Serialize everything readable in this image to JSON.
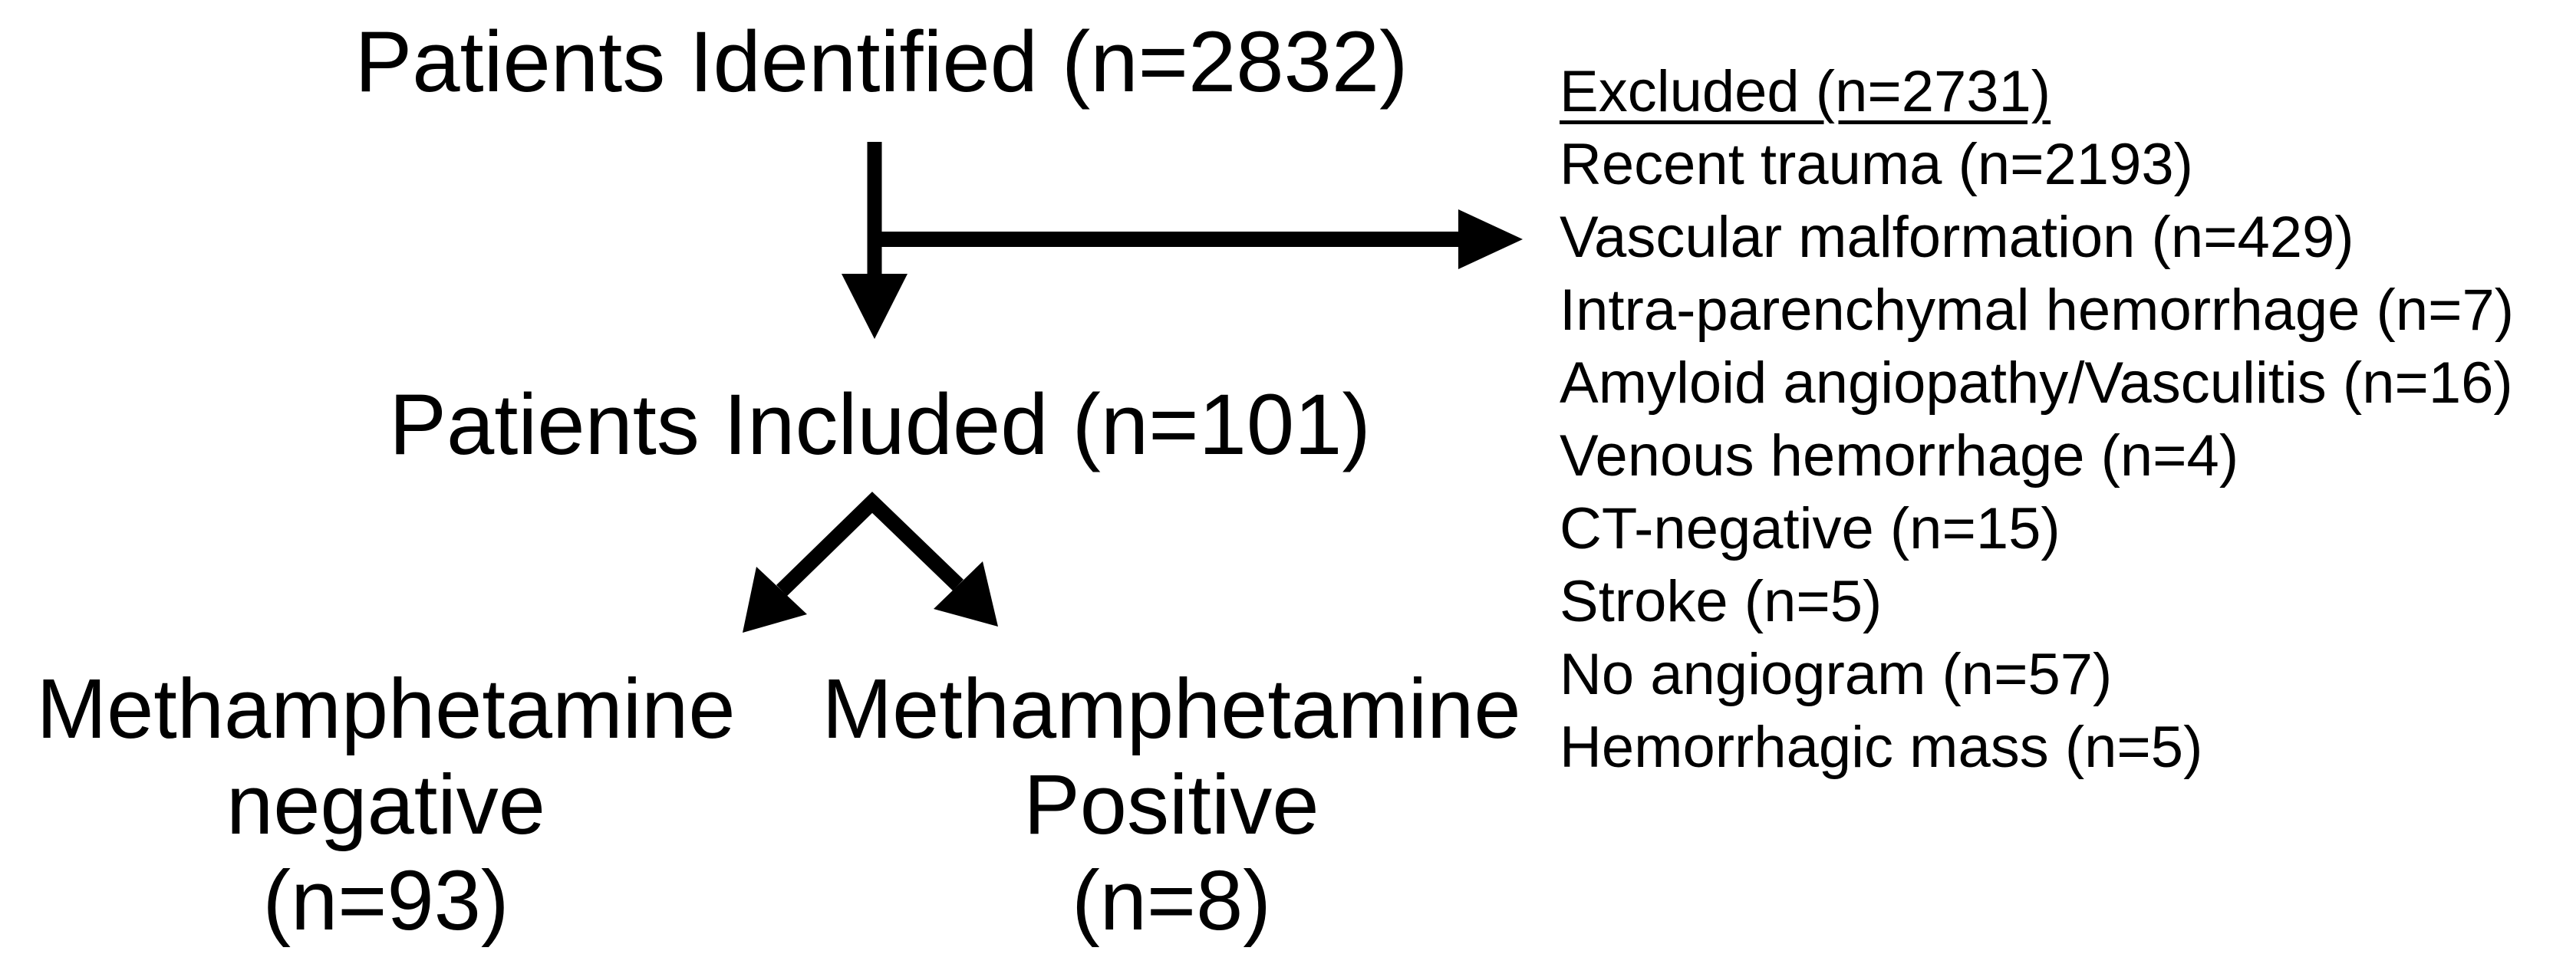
{
  "colors": {
    "ink": "#000000",
    "background": "#ffffff"
  },
  "nodes": {
    "identified": "Patients Identified (n=2832)",
    "included": "Patients Included (n=101)"
  },
  "excluded": {
    "heading": "Excluded (n=2731)",
    "items": [
      "Recent trauma (n=2193)",
      "Vascular malformation (n=429)",
      "Intra-parenchymal hemorrhage (n=7)",
      "Amyloid angiopathy/Vasculitis (n=16)",
      "Venous hemorrhage (n=4)",
      "CT-negative (n=15)",
      "Stroke (n=5)",
      "No angiogram (n=57)",
      "Hemorrhagic mass (n=5)"
    ]
  },
  "outcomes": {
    "negative": {
      "lines": [
        "Methamphetamine",
        "negative",
        "(n=93)"
      ]
    },
    "positive": {
      "lines": [
        "Methamphetamine",
        "Positive",
        "(n=8)"
      ]
    }
  }
}
